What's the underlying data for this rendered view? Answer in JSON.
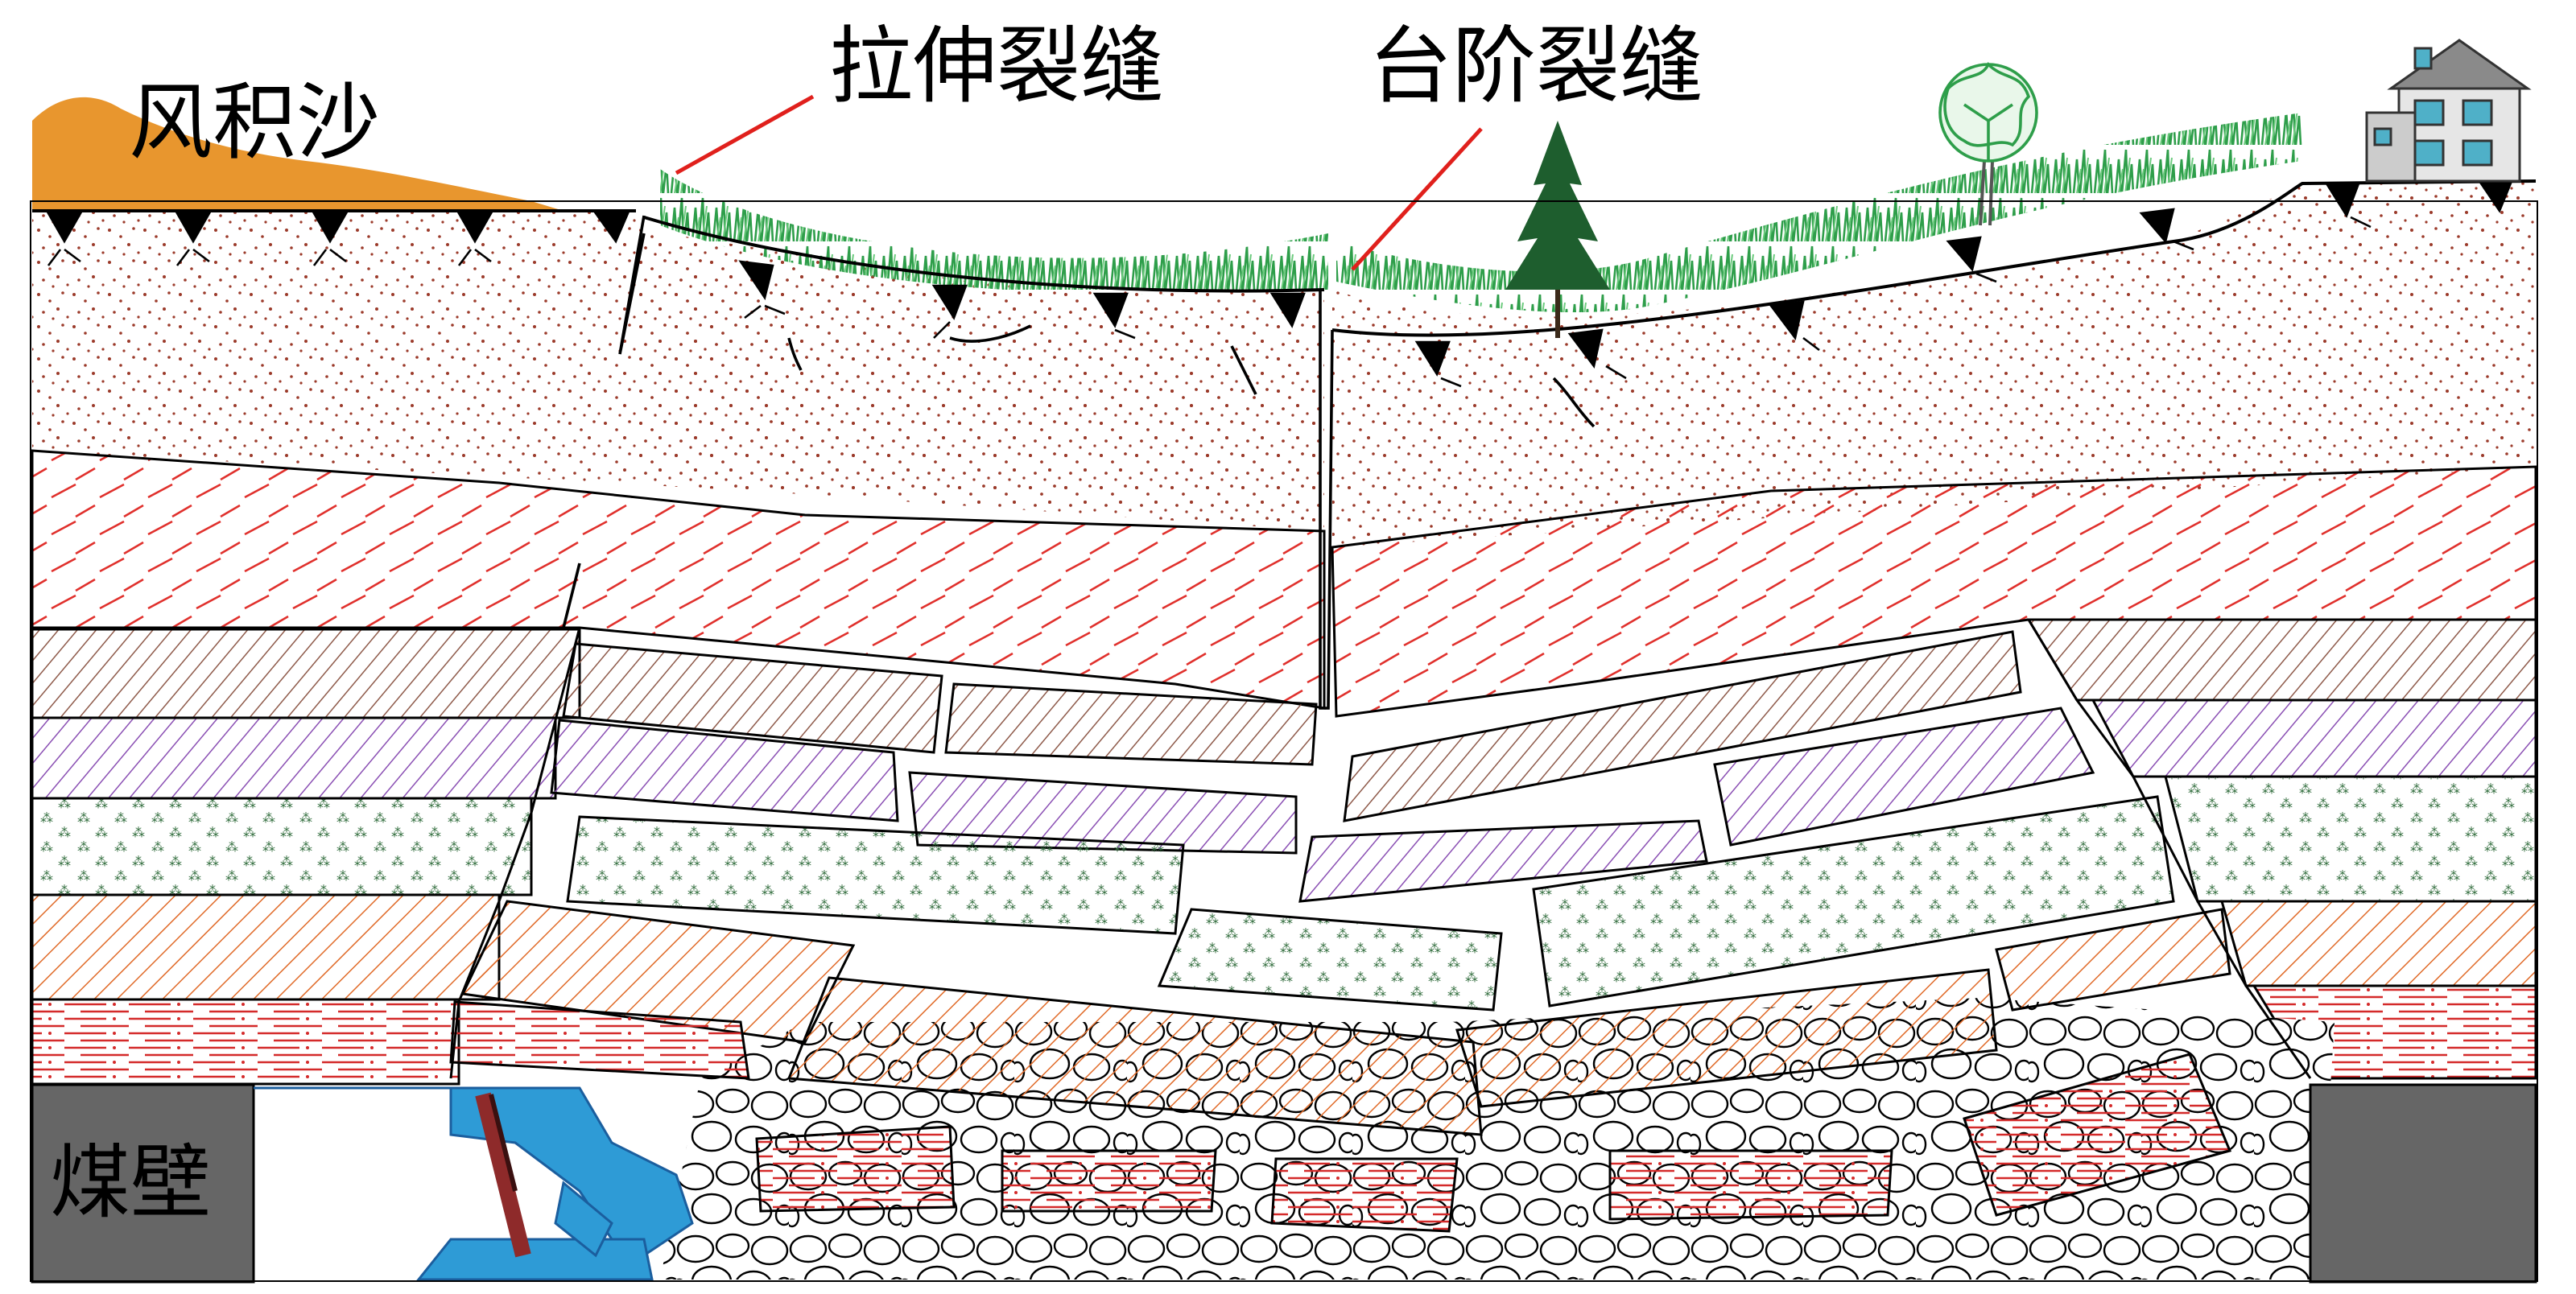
{
  "labels": {
    "aeolian_sand": "风积沙",
    "tensile_crack": "拉伸裂缝",
    "step_crack": "台阶裂缝",
    "coal_wall": "煤壁"
  },
  "colors": {
    "sand": "#E8962E",
    "grass": "#2E9E4A",
    "grass_light": "#6CCB7E",
    "soil_dots": "#9B3A2A",
    "red_hatch": "#E0302C",
    "brown_hatch": "#8E5A4A",
    "purple_hatch": "#8A4FB3",
    "green_dots": "#2E6B3A",
    "orange_hatch": "#E06A28",
    "red_lines": "#D42A2A",
    "coal": "#666666",
    "support": "#2E9BD6",
    "support_dark": "#1B5E9E",
    "cylinder": "#8E2A2A",
    "tree": "#1E5E2E",
    "leader": "#E0201C"
  },
  "icons": [
    "pine-tree-icon",
    "deciduous-tree-icon",
    "house-icon",
    "hydraulic-support-icon"
  ]
}
